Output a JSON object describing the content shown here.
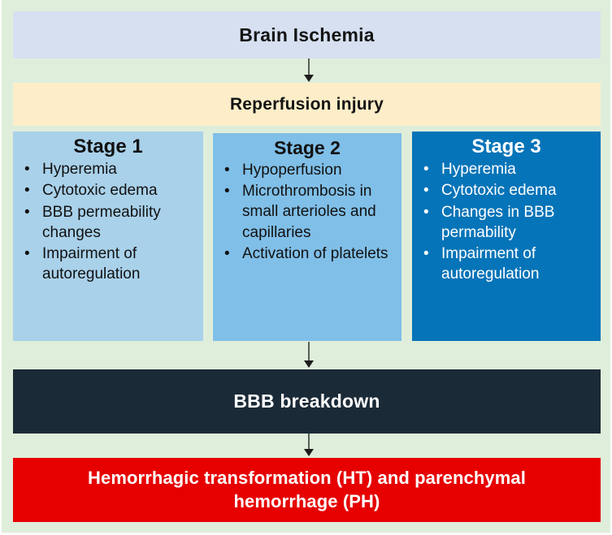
{
  "diagram": {
    "title": "Brain Ischemia reperfusion injury cascade flowchart",
    "background_color": "#dfeedb",
    "nodes": {
      "ischemia": {
        "label": "Brain Ischemia",
        "color": "#d6e0f1",
        "text_color": "#141414"
      },
      "reperfusion": {
        "label": "Reperfusion injury",
        "color": "#fdeec9",
        "text_color": "#141414"
      },
      "bbb_breakdown": {
        "label": "BBB breakdown",
        "color": "#1b2a37",
        "text_color": "#ffffff"
      },
      "hemorrhage": {
        "label": "Hemorrhagic transformation (HT) and parenchymal hemorrhage (PH)",
        "color": "#e60000",
        "text_color": "#ffffff"
      }
    },
    "stages": [
      {
        "title": "Stage 1",
        "color": "#a9d1ea",
        "text_color": "#111111",
        "bullet": "•",
        "items": [
          "Hyperemia",
          "Cytotoxic edema",
          "BBB permeability changes",
          "Impairment of autoregulation"
        ]
      },
      {
        "title": "Stage 2",
        "color": "#80bfe8",
        "text_color": "#111111",
        "bullet": "•",
        "items": [
          "Hypoperfusion",
          "Microthrombosis in small arterioles and capillaries",
          "Activation of platelets"
        ]
      },
      {
        "title": "Stage 3",
        "color": "#0674b8",
        "text_color": "#ffffff",
        "bullet": "•",
        "items": [
          "Hyperemia",
          "Cytotoxic edema",
          "Changes in BBB permability",
          "Impairment of autoregulation"
        ]
      }
    ],
    "arrows": [
      {
        "name": "arrow-ischemia-to-reperfusion",
        "from": "ischemia",
        "to": "reperfusion",
        "color": "#595f57"
      },
      {
        "name": "arrow-stages-to-bbb",
        "from": "stages",
        "to": "bbb_breakdown",
        "color": "#595f57"
      },
      {
        "name": "arrow-bbb-to-hemorrhage",
        "from": "bbb_breakdown",
        "to": "hemorrhage",
        "color": "#595f57"
      }
    ]
  }
}
